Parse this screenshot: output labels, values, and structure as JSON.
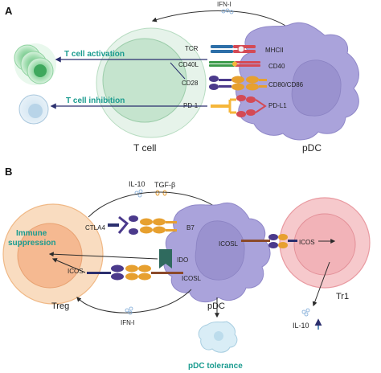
{
  "panel_a": {
    "letter": "A",
    "ifn_label": "IFN-I",
    "t_cell_label": "T cell",
    "pdc_label": "pDC",
    "activation_label": "T cell activation",
    "inhibition_label": "T cell inhibition",
    "receptors_left": [
      "TCR",
      "CD40L",
      "CD28",
      "PD-1"
    ],
    "receptors_right": [
      "MHCII",
      "CD40",
      "CD80/CD86",
      "PD-L1"
    ]
  },
  "panel_b": {
    "letter": "B",
    "il10_label": "IL-10",
    "tgfb_label": "TGF-β",
    "immune_suppression_line1": "Immune",
    "immune_suppression_line2": "suppression",
    "ctla4_label": "CTLA4",
    "b7_label": "B7",
    "ido_label": "IDO",
    "icos_left_label": "ICOS",
    "icosl_bottom_label": "ICOSL",
    "icosl_pdc_label": "ICOSL",
    "icos_tr1_label": "ICOS",
    "treg_label": "Treg",
    "pdc_label": "pDC",
    "tr1_label": "Tr1",
    "ifn_label": "IFN-I",
    "il10_tr1_label": "IL-10",
    "pdc_tolerance_label": "pDC tolerance"
  },
  "colors": {
    "teal_text": "#1a9b8f",
    "tcell_fill": "#cfe8d6",
    "pdc_fill": "#a9a2d9",
    "treg_fill": "#f6c69d",
    "tr1_fill": "#f2b3b8",
    "pd1_yellow": "#f5b63a",
    "receptor_blue": "#2d6fa8",
    "receptor_red": "#d44a55",
    "receptor_green": "#3b9a4a",
    "receptor_purple": "#4b3a8c",
    "receptor_orange": "#e7a02f"
  }
}
